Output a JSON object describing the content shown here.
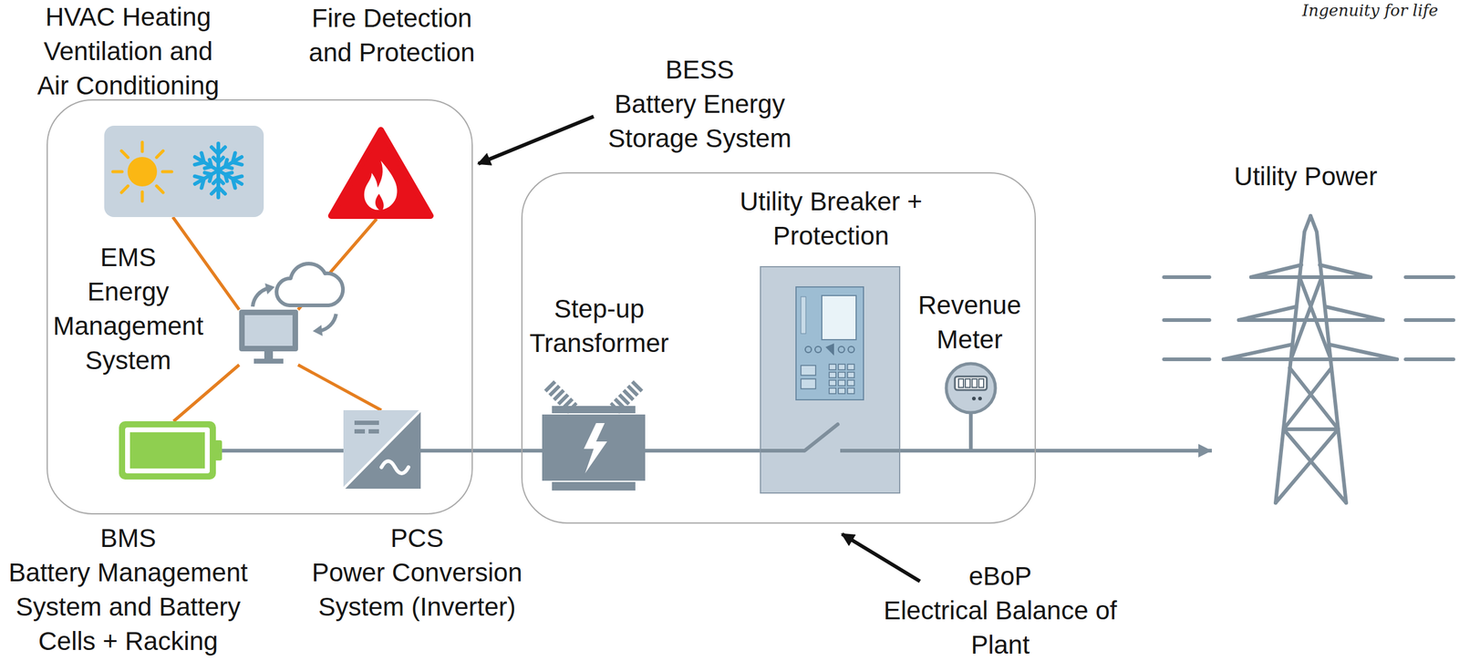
{
  "diagram": {
    "nodes": [
      {
        "text": [
          "BESS",
          "Battery Energy Storage System"
        ]
      },
      {
        "text": [
          "HVAC Heating Ventilation and Air Conditioning"
        ],
        "in": 0
      },
      {
        "text": [
          "Fire Detection and Protection"
        ],
        "in": 0
      },
      {
        "text": [
          "EMS",
          "Energy Management System"
        ],
        "in": 0
      },
      {
        "text": [
          "BMS",
          "Battery Management System and Battery Cells + Racking"
        ],
        "in": 0
      },
      {
        "text": [
          "PCS",
          "Power Conversion System (Inverter)"
        ],
        "in": 0
      },
      {
        "text": [
          "eBoP",
          "Electrical Balance of Plant"
        ]
      },
      {
        "text": [
          "Step-up Transformer"
        ],
        "in": 6
      },
      {
        "text": [
          "Utility Breaker + Protection"
        ],
        "in": 6
      },
      {
        "text": [
          "Revenue Meter"
        ],
        "in": 6
      },
      {
        "text": [
          "Utility Power"
        ]
      }
    ],
    "edges": [
      {
        "from": 3,
        "to": 1,
        "arrow": "none"
      },
      {
        "from": 3,
        "to": 2,
        "arrow": "none"
      },
      {
        "from": 3,
        "to": 4,
        "arrow": "none"
      },
      {
        "from": 3,
        "to": 5,
        "arrow": "none"
      },
      {
        "from": 4,
        "to": 5,
        "arrow": "none"
      },
      {
        "from": 5,
        "to": 7,
        "arrow": "none"
      },
      {
        "from": 7,
        "to": 8,
        "arrow": "none"
      },
      {
        "from": 8,
        "to": 10,
        "arrow": "to"
      }
    ],
    "labels": [
      "Ingenuity for life"
    ]
  }
}
